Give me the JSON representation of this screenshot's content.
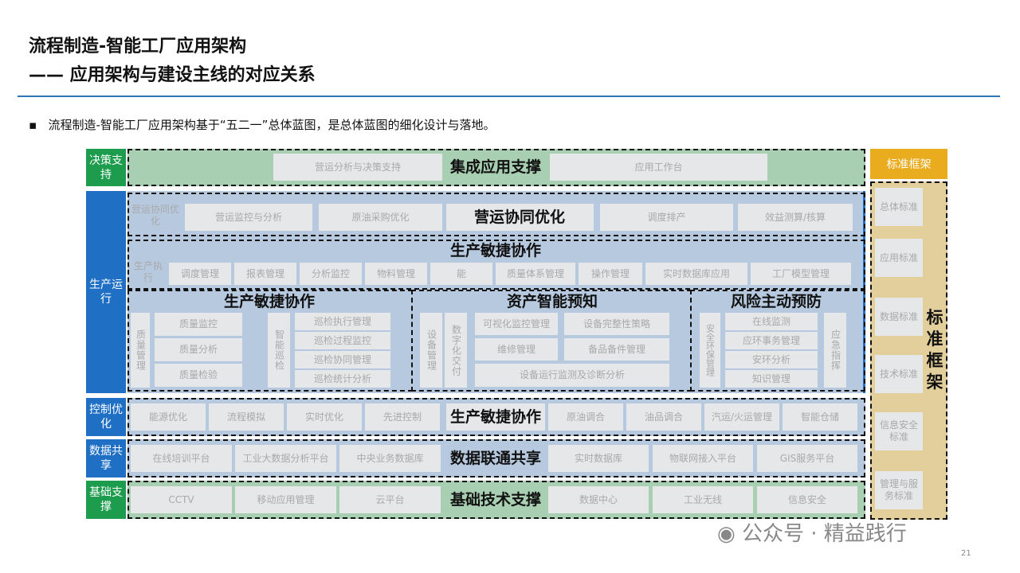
{
  "title": {
    "line1": "流程制造-智能工厂应用架构",
    "line2": "—— 应用架构与建设主线的对应关系"
  },
  "bullet": "流程制造-智能工厂应用架构基于“五二一”总体蓝图，是总体蓝图的细化设计与落地。",
  "side_labels": [
    "决策支持",
    "生产运行",
    "控制优化",
    "数据共享",
    "基础支撑"
  ],
  "decision": {
    "title": "集成应用支撑",
    "boxes": [
      "营运分析与决策支持",
      "应用工作台"
    ]
  },
  "ops": {
    "label": "营运协同优化",
    "title": "营运协同优化",
    "boxes": [
      "营运监控与分析",
      "原油采购优化",
      "",
      "调度排产",
      "效益测算/核算"
    ]
  },
  "exec": {
    "label": "生产执行",
    "title": "生产敏捷协作",
    "boxes": [
      "调度管理",
      "报表管理",
      "分析监控",
      "物料管理",
      "能",
      "质量体系管理",
      "操作管理",
      "实时数据库应用",
      "工厂模型管理"
    ]
  },
  "quality": {
    "label": "质量管理",
    "boxes": [
      "质量监控",
      "质量分析",
      "质量检验"
    ],
    "inspect_label": "智能巡检",
    "inspect_boxes": [
      "巡检执行管理",
      "巡检过程监控",
      "巡检协同管理",
      "巡检统计分析"
    ],
    "title": "生产敏捷协作"
  },
  "asset": {
    "label": "设备管理",
    "label2": "数字化交付",
    "boxes": [
      "可视化监控管理",
      "设备完整性策略",
      "维修管理",
      "备品备件管理",
      "设备运行监测及诊断分析"
    ],
    "title": "资产智能预知"
  },
  "risk": {
    "label": "安全环保管理",
    "label2": "应急指挥",
    "boxes": [
      "在线监测",
      "应环事务管理",
      "安环分析",
      "知识管理"
    ],
    "title": "风险主动预防"
  },
  "control": {
    "title": "生产敏捷协作",
    "boxes": [
      "能源优化",
      "流程模拟",
      "实时优化",
      "先进控制",
      "",
      "原油调合",
      "油品调合",
      "汽运/火运管理",
      "智能仓储"
    ]
  },
  "data": {
    "title": "数据联通共享",
    "boxes": [
      "在线培训平台",
      "工业大数据分析平台",
      "中央业务数据库",
      "实时数据库",
      "物联网接入平台",
      "GIS服务平台"
    ]
  },
  "base": {
    "title": "基础技术支撑",
    "boxes": [
      "CCTV",
      "移动应用管理",
      "云平台",
      "数据中心",
      "工业无线",
      "信息安全"
    ]
  },
  "standards": {
    "header": "标准框架",
    "big": "标准框架",
    "boxes": [
      "总体标准",
      "应用标准",
      "数据标准",
      "技术标准",
      "信息安全标准",
      "管理与服务标准"
    ]
  },
  "watermark": "公众号 · 精益践行",
  "page_number": "21"
}
